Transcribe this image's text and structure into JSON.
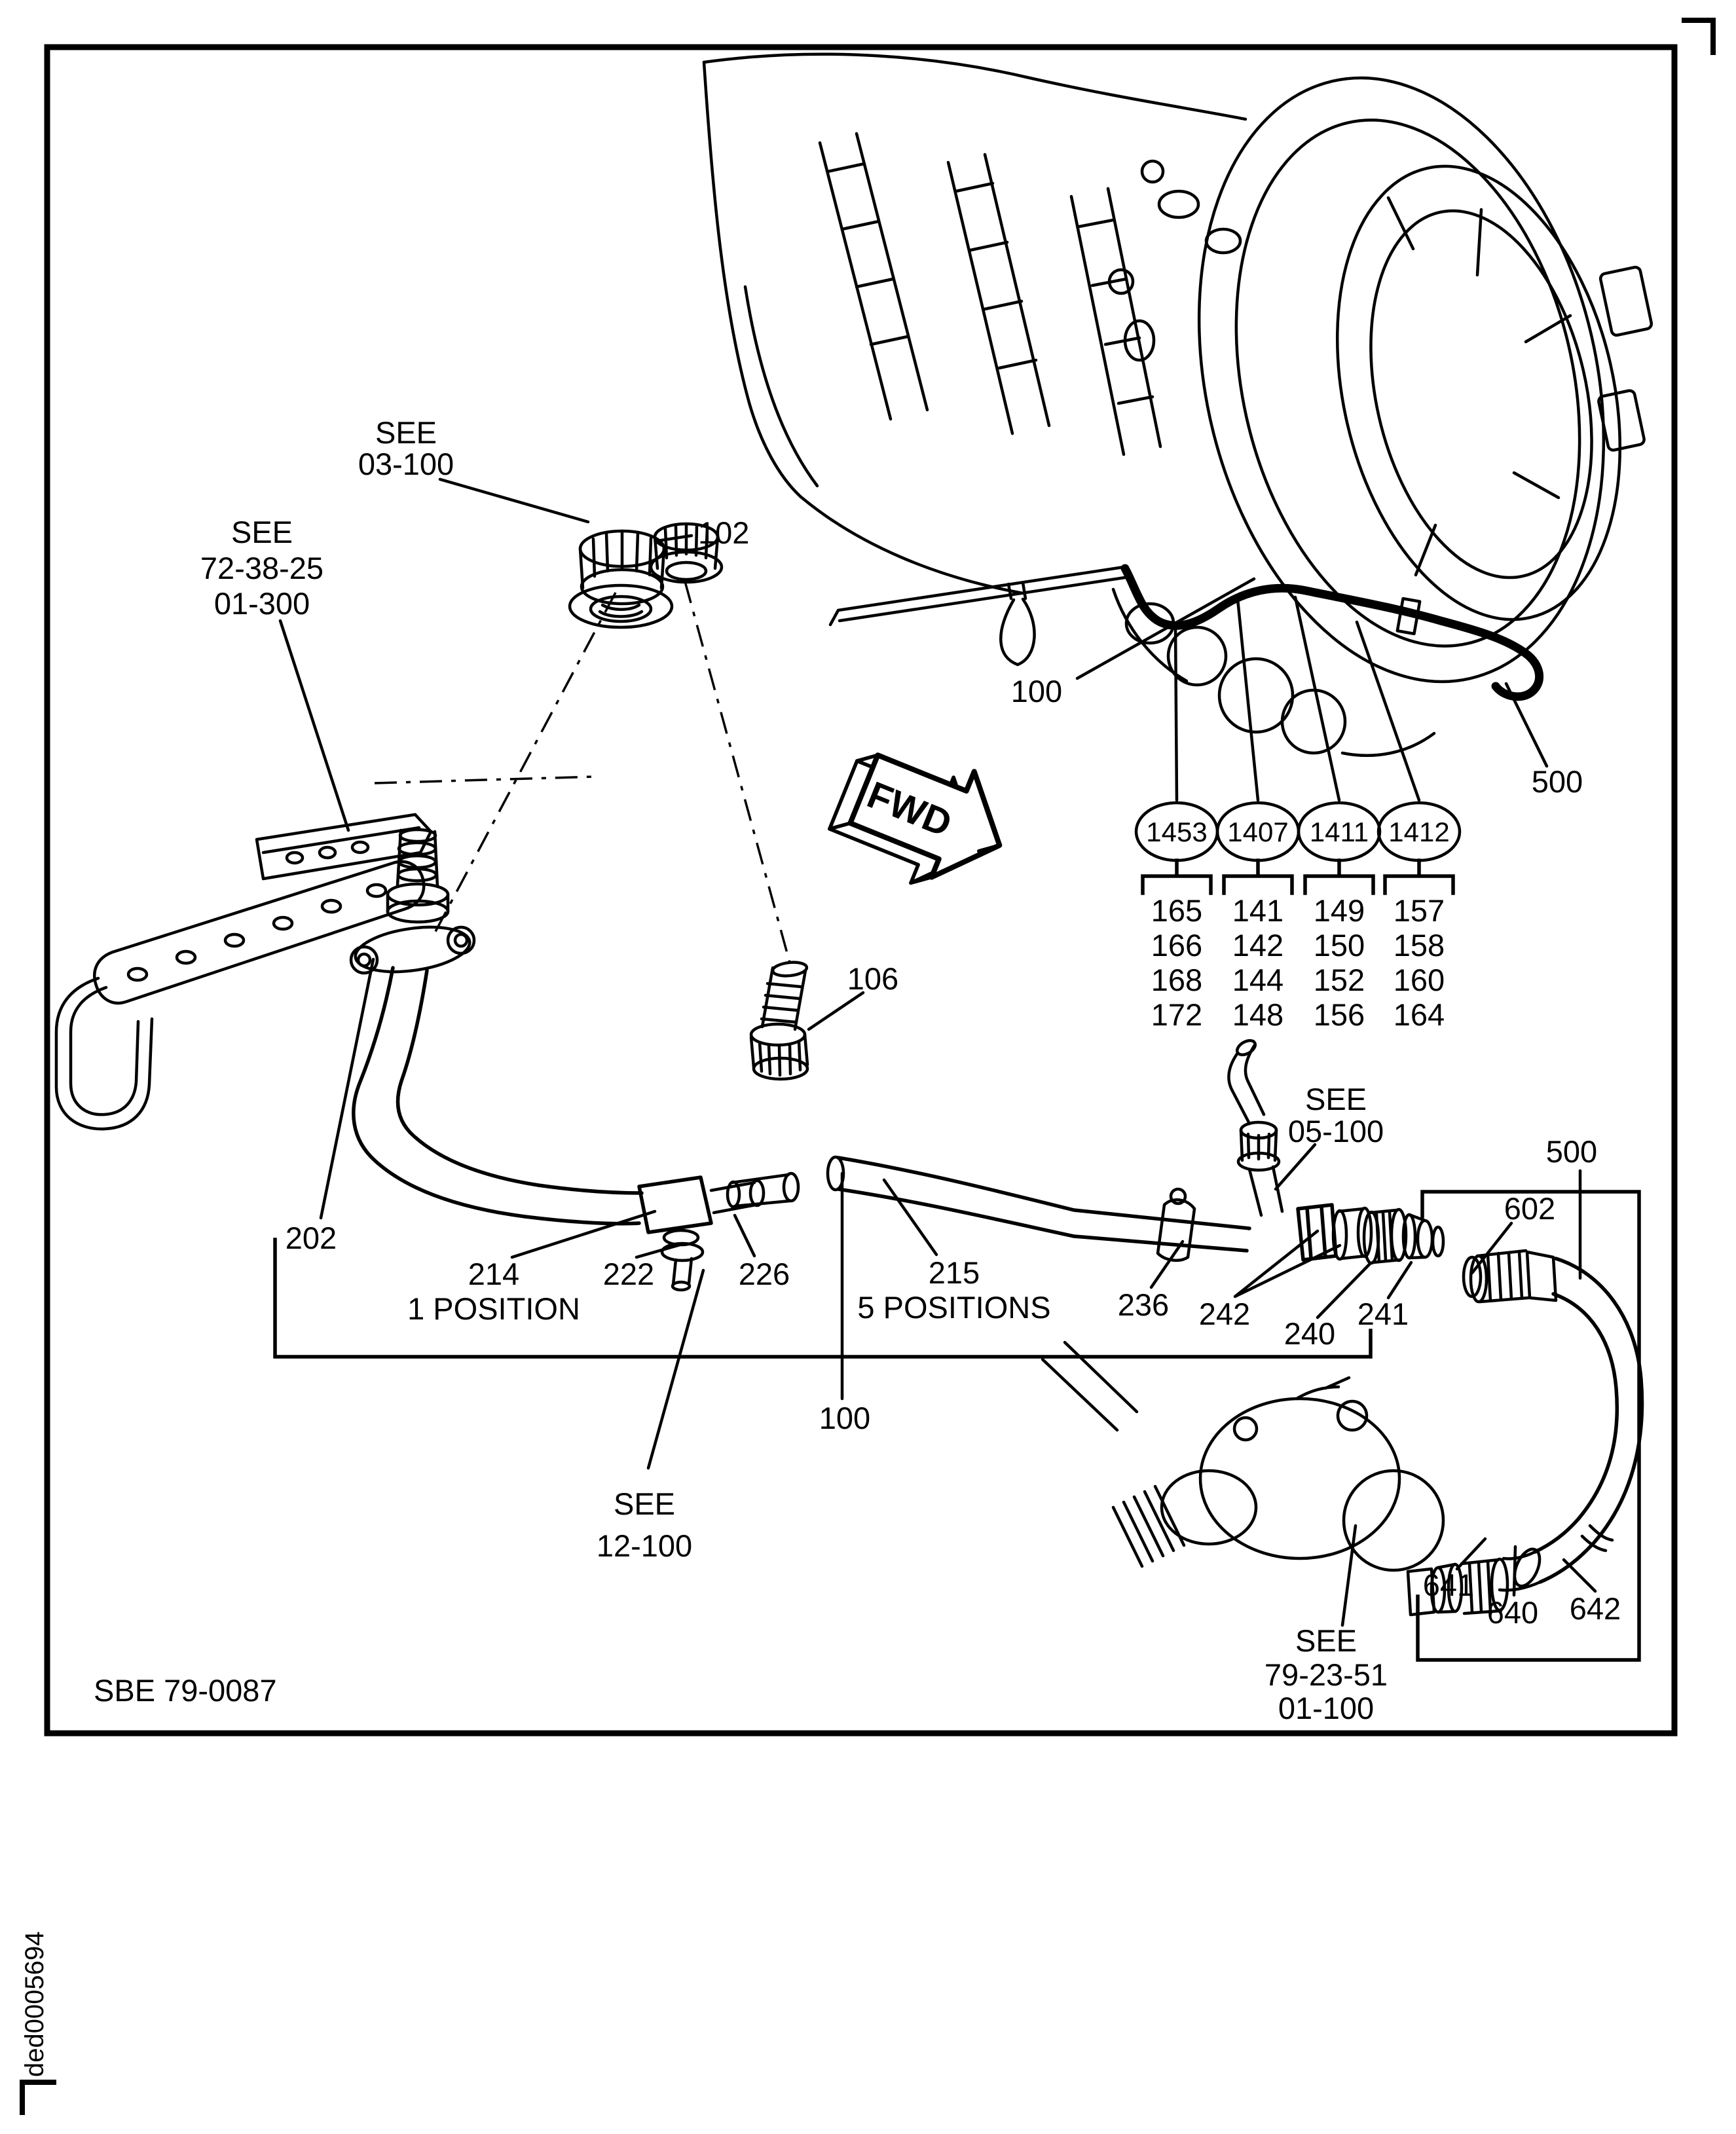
{
  "colors": {
    "ink": "#000000",
    "paper": "#ffffff"
  },
  "labels": {
    "see_engine_fitting": [
      "SEE",
      "03-100"
    ],
    "see_bracket": [
      "SEE",
      "72-38-25",
      "01-300"
    ],
    "item_102": "102",
    "item_100_engine": "100",
    "item_500_engine": "500",
    "item_106": "106",
    "fwd": "FWD",
    "item_202": "202",
    "item_214": "214",
    "position_1": "1 POSITION",
    "item_222": "222",
    "item_226": "226",
    "item_215": "215",
    "positions_5": "5 POSITIONS",
    "item_236": "236",
    "item_242": "242",
    "item_240": "240",
    "item_241": "241",
    "see_05_100": [
      "SEE",
      "05-100"
    ],
    "item_500_hose": "500",
    "item_602": "602",
    "item_100_tube": "100",
    "see_12_100": [
      "SEE",
      "12-100"
    ],
    "item_641": "641",
    "item_640": "640",
    "item_642": "642",
    "see_79_23_51": [
      "SEE",
      "79-23-51",
      "01-100"
    ],
    "figure_code": "SBE 79-0087",
    "edge_code": "ded0005694"
  },
  "callout_groups": [
    {
      "circle": "1453",
      "items": [
        "165",
        "166",
        "168",
        "172"
      ]
    },
    {
      "circle": "1407",
      "items": [
        "141",
        "142",
        "144",
        "148"
      ]
    },
    {
      "circle": "1411",
      "items": [
        "149",
        "150",
        "152",
        "156"
      ]
    },
    {
      "circle": "1412",
      "items": [
        "157",
        "158",
        "160",
        "164"
      ]
    }
  ]
}
